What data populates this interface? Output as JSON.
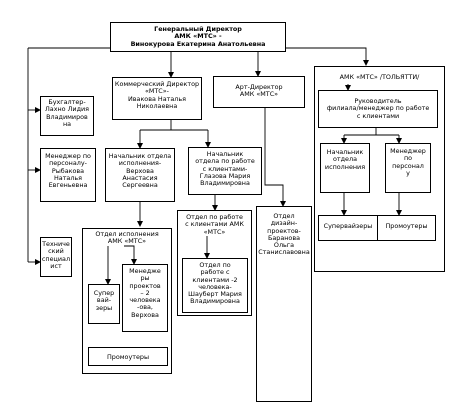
{
  "nodes": {
    "general_director": "Генеральный Директор\nАМК «МТС» -\nВинокурова Екатерина Анатольевна",
    "accountant": "Бухгалтер-\nЛахно Лидия\nВладимиров\nна",
    "hr_manager": "Менеджер по\nперсоналу-\nРыбакова\nНаталья\nЕвгеньевна",
    "specialist": "Техниче\nский\nспециал\nист",
    "commercial_director": "Коммерческий Директор\n«МТС»-\nИвакова Наталья\nНиколаевна",
    "head_execution": "Начальник отдела\nисполнения-\nВерхова\nАнастасия\nСергеевна",
    "head_client": "Начальник\nотдела по работе\nс клиентами-\nГлазова Мария\nВладимировна",
    "execution_dept": "Отдел исполнения\nАМК «МТС»",
    "supervisors_left": "Супер\nвай-\nзеры",
    "project_managers": "Менедже\nры\nпроектов\n– 2\nчеловека\n-ова,\nВерхова",
    "promoters_left": "Промоутеры",
    "client_dept_1": "Отдел по работе\nс клиентами АМК\n«МТС»",
    "client_dept_2": "Отдел по\nработе с\nклиентами -2\nчеловека-\nШауберт Мария\nВладимировна",
    "art_director": "Арт-Директор\nАМК «МТС»",
    "design_dept": "Отдел\nдизайн-\nпроектов-\nБаранова\nОльга\nСтаниславовна",
    "togliatti_title": "АМК «МТС» /ТОЛЬЯТТИ/",
    "branch_head": "Руководитель\nфилиала/менеджер по работе\nс клиентами",
    "t_head_execution": "Начальник\nотдела\nисполнения",
    "t_hr_manager": "Менеджер\nпо\nперсонал\nу",
    "t_supervisors": "Супервайзеры",
    "t_promoters": "Промоутеры"
  }
}
